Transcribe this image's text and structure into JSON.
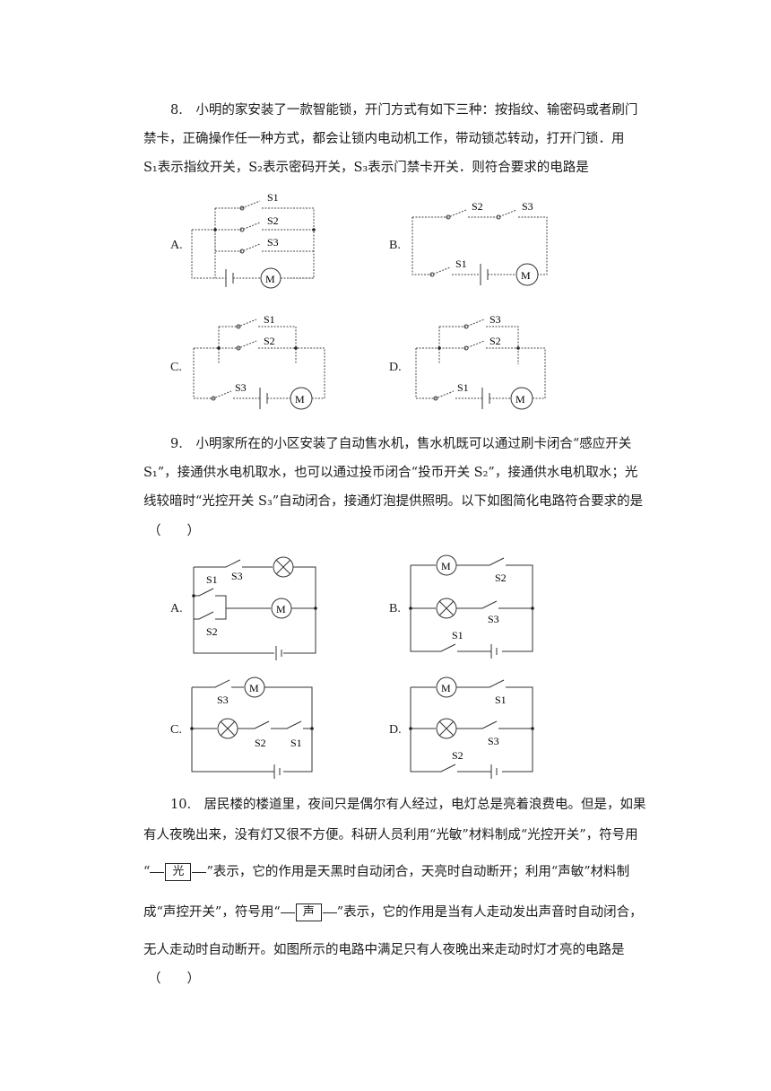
{
  "q8": {
    "line1": "8.　小明的家安装了一款智能锁，开门方式有如下三种：按指纹、输密码或者刷门",
    "line2": "禁卡，正确操作任一种方式，都会让锁内电动机工作，带动锁芯转动，打开门锁．用",
    "line3": "S₁表示指纹开关，S₂表示密码开关，S₃表示门禁卡开关．则符合要求的电路是",
    "options": [
      "A.",
      "B.",
      "C.",
      "D."
    ]
  },
  "q9": {
    "line1": "9.　小明家所在的小区安装了自动售水机，售水机既可以通过刷卡闭合“感应开关",
    "line2": "S₁”，接通供水电机取水，也可以通过投币闭合“投币开关 S₂”，接通供水电机取水；光",
    "line3": "线较暗时“光控开关 S₃”自动闭合，接通灯泡提供照明。以下如图简化电路符合要求的是",
    "blank": "（　　）",
    "options": [
      "A.",
      "B.",
      "C.",
      "D."
    ]
  },
  "q10": {
    "line1": "10.　居民楼的楼道里，夜间只是偶尔有人经过，电灯总是亮着浪费电。但是，如果",
    "line2": "有人夜晚出来，没有灯又很不方便。科研人员利用“光敏”材料制成“光控开关”，符号用",
    "line3_pre": "“",
    "symbol_light": "光",
    "line3_post": "”表示，它的作用是天黑时自动闭合，天亮时自动断开；利用“声敏”材料制",
    "line4_pre": "成“声控开关”，符号用“",
    "symbol_sound": "声",
    "line4_post": "”表示，它的作用是当有人走动发出声音时自动闭合，",
    "line5": "无人走动时自动断开。如图所示的电路中满足只有人夜晚出来走动时灯才亮的电路是",
    "blank": "（　　）"
  },
  "labels": {
    "s1": "S1",
    "s2": "S2",
    "s3": "S3",
    "motor": "M"
  }
}
